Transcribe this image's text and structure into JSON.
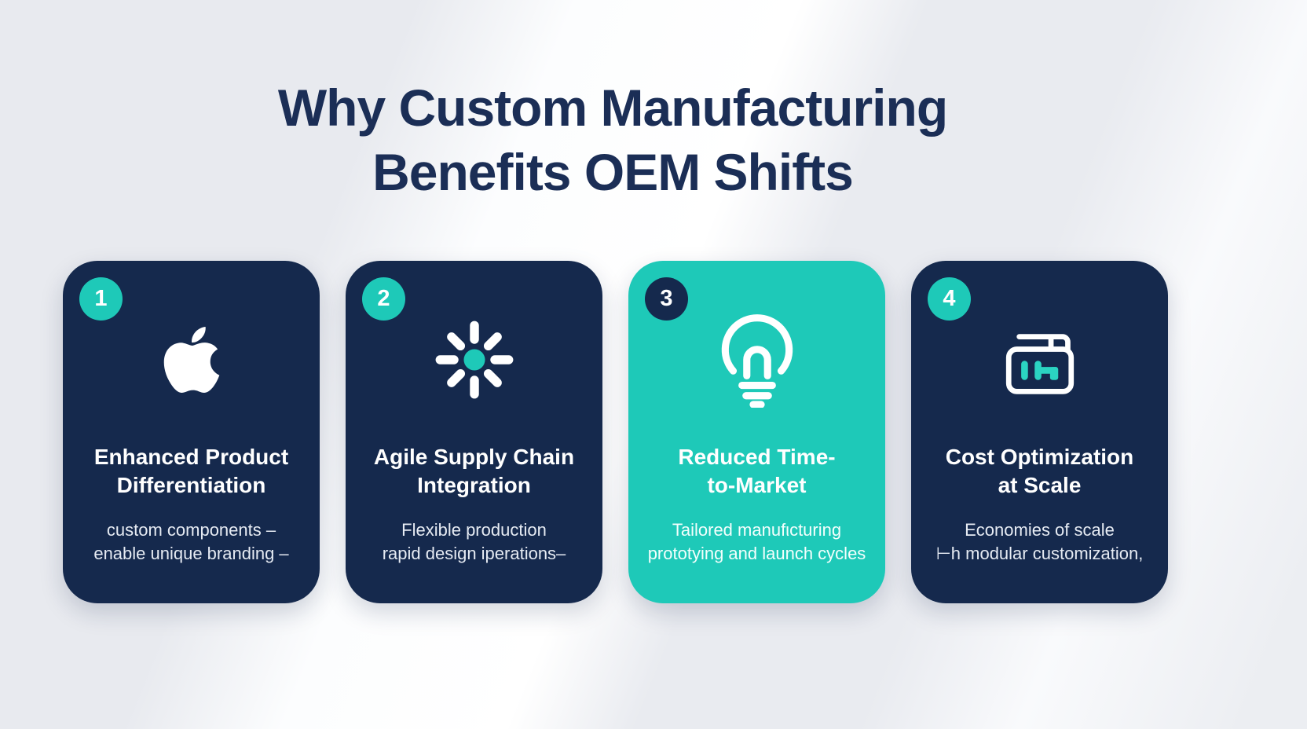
{
  "page": {
    "title_line1": "Why Custom Manufacturing",
    "title_line2": "Benefits OEM Shifts"
  },
  "colors": {
    "navy_card": "#15294d",
    "teal": "#1ec9b8",
    "title_navy": "#1b2e56",
    "background": "#e9ebf0",
    "card_text": "#ffffff"
  },
  "cards": [
    {
      "number": "1",
      "icon": "apple-logo-icon",
      "theme": "navy",
      "title_line1": "Enhanced Product",
      "title_line2": "Differentiation",
      "desc_line1": "custom components –",
      "desc_line2": "enable unique branding –"
    },
    {
      "number": "2",
      "icon": "spinner-rays-icon",
      "theme": "navy",
      "title_line1": "Agile Supply Chain",
      "title_line2": "Integration",
      "desc_line1": "Flexible production",
      "desc_line2": "rapid design iperations–"
    },
    {
      "number": "3",
      "icon": "lightbulb-icon",
      "theme": "teal",
      "title_line1": "Reduced Time-",
      "title_line2": "to-Market",
      "desc_line1": "Tailored manufιcturing",
      "desc_line2": "prototying and launch cycles"
    },
    {
      "number": "4",
      "icon": "machine-cart-icon",
      "theme": "navy",
      "title_line1": "Cost Optimization",
      "title_line2": "at Scale",
      "desc_line1": "Economies of scale",
      "desc_line2": "⊢h modular customization,"
    }
  ]
}
